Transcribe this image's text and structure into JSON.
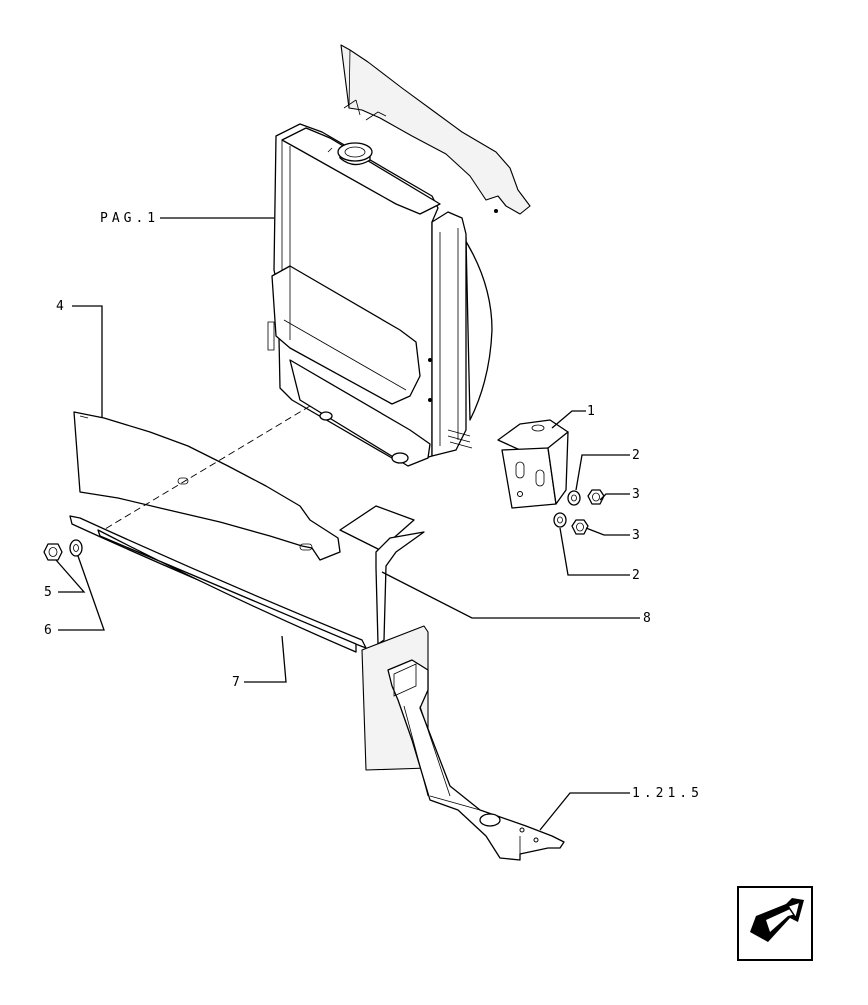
{
  "callouts": {
    "pag1": "PAG.1",
    "c1": "1",
    "c2a": "2",
    "c2b": "2",
    "c3a": "3",
    "c3b": "3",
    "c4": "4",
    "c5": "5",
    "c6": "6",
    "c7": "7",
    "c8": "8",
    "c1215": "1.21.5"
  },
  "nav": {
    "icon": "next-page-arrow-icon"
  }
}
